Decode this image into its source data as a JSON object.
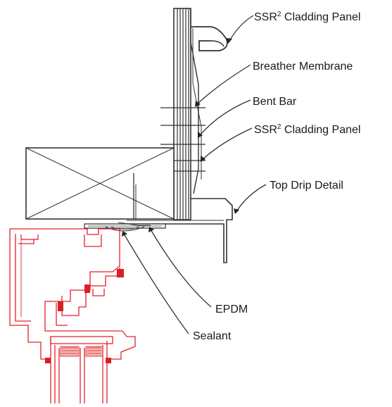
{
  "labels": {
    "ssr_top": {
      "prefix": "SSR",
      "sup": "2",
      "suffix": " Cladding Panel"
    },
    "breather_membrane": "Breather Membrane",
    "bent_bar": "Bent Bar",
    "ssr_mid": {
      "prefix": "SSR",
      "sup": "2",
      "suffix": " Cladding Panel"
    },
    "top_drip_detail": "Top Drip Detail",
    "epdm": "EPDM",
    "sealant": "Sealant"
  },
  "colors": {
    "line": "#333333",
    "frame_red": "#e8212b",
    "fill_red": "#d91f26",
    "background": "#ffffff"
  }
}
